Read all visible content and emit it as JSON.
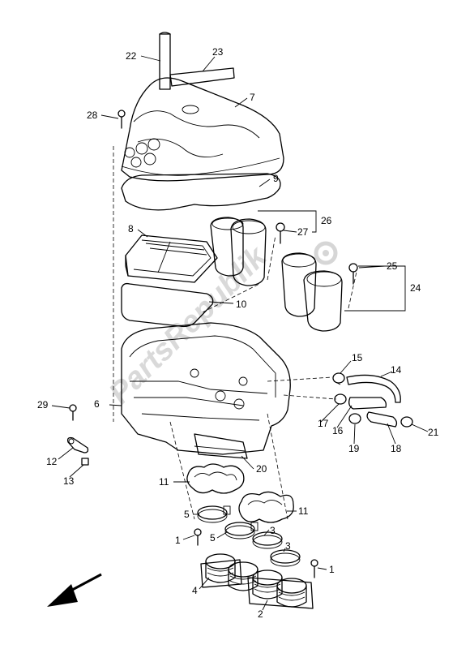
{
  "watermark": "PartsRepublik",
  "callouts": {
    "c1a": "1",
    "c1b": "1",
    "c2": "2",
    "c3a": "3",
    "c3b": "3",
    "c4": "4",
    "c5a": "5",
    "c5b": "5",
    "c6": "6",
    "c7": "7",
    "c8": "8",
    "c9": "9",
    "c10": "10",
    "c11a": "11",
    "c11b": "11",
    "c12": "12",
    "c13": "13",
    "c14": "14",
    "c15": "15",
    "c16": "16",
    "c17": "17",
    "c18": "18",
    "c19": "19",
    "c20": "20",
    "c21": "21",
    "c22": "22",
    "c23": "23",
    "c24": "24",
    "c25": "25",
    "c26": "26",
    "c27": "27",
    "c28": "28",
    "c29": "29"
  },
  "icons": {
    "front_arrow": "direction-arrow-icon"
  }
}
